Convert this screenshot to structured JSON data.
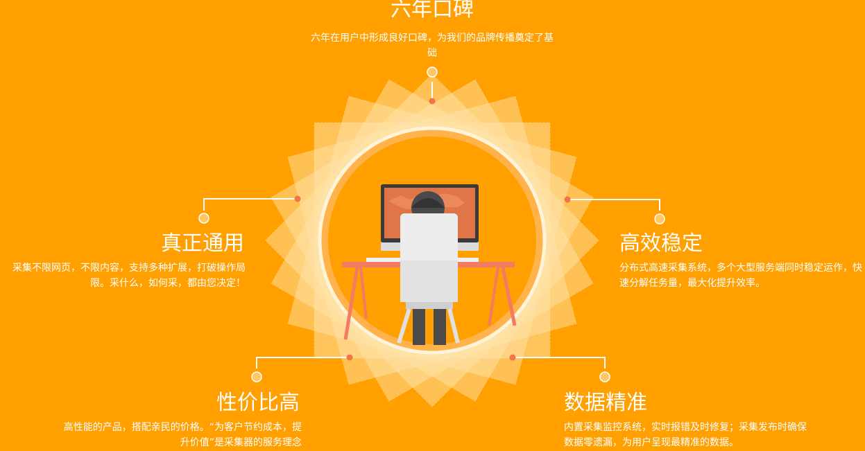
{
  "features": {
    "top": {
      "title": "六年口碑",
      "desc": "六年在用户中形成良好口碑，为我们的品牌传播奠定了基础"
    },
    "left": {
      "title": "真正通用",
      "desc": "采集不限网页，不限内容，支持多种扩展，打破操作局限。采什么，如何采，都由您决定！"
    },
    "right": {
      "title": "高效稳定",
      "desc": "分布式高速采集系统，多个大型服务端同时稳定运作，快速分解任务量，最大化提升效率。"
    },
    "bottom_left": {
      "title": "性价比高",
      "desc": "高性能的产品，搭配亲民的价格。“为客户节约成本，提升价值”是采集器的服务理念"
    },
    "bottom_right": {
      "title": "数据精准",
      "desc": "内置采集监控系统，实时报错及时修复；采集发布时确保数据零遗漏，为用户呈现最精准的数据。"
    }
  },
  "colors": {
    "background": "#FF9F00",
    "accent_dot": "#F2734A",
    "ring": "#FFB84D",
    "cream": "#FFE7B8"
  }
}
